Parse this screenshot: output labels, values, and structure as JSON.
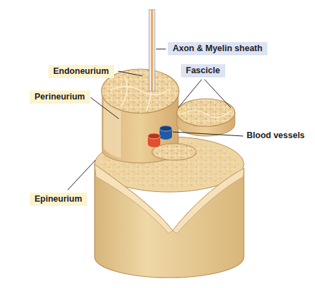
{
  "diagram": {
    "nodes": [
      {
        "text": [
          "Axon & Myelin sheath"
        ]
      },
      {
        "text": [
          "Endoneurium"
        ]
      },
      {
        "text": [
          "Fascicle"
        ]
      },
      {
        "text": [
          "Perineurium"
        ]
      },
      {
        "text": [
          "Epineurium"
        ]
      }
    ],
    "labels": [
      "Blood vessels"
    ]
  }
}
